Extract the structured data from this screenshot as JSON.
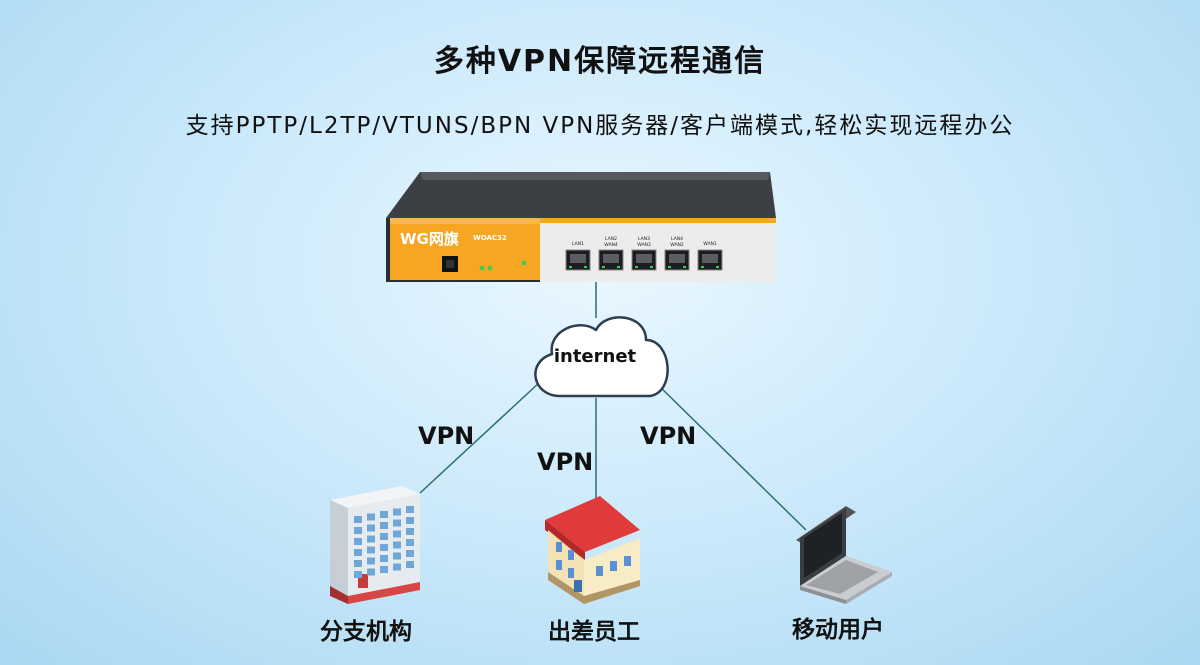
{
  "title": "多种VPN保障远程通信",
  "subtitle": "支持PPTP/L2TP/VTUNS/BPN VPN服务器/客户端模式,轻松实现远程办公",
  "device": {
    "brand": "WG网旗",
    "model": "WOAC32",
    "ports": [
      "LAN1",
      "LAN2 WAN4",
      "LAN3 WAN3",
      "LAN4 WAN2",
      "WAN1"
    ]
  },
  "cloud_label": "internet",
  "links": [
    {
      "label": "VPN"
    },
    {
      "label": "VPN"
    },
    {
      "label": "VPN"
    }
  ],
  "nodes": [
    {
      "label": "分支机构",
      "icon": "office-building-icon"
    },
    {
      "label": "出差员工",
      "icon": "hotel-building-icon"
    },
    {
      "label": "移动用户",
      "icon": "laptop-icon"
    }
  ],
  "colors": {
    "device_accent": "#f6a623",
    "device_body": "#2f3236",
    "link_line": "#2a6e72",
    "roof_red": "#e03a3a"
  }
}
